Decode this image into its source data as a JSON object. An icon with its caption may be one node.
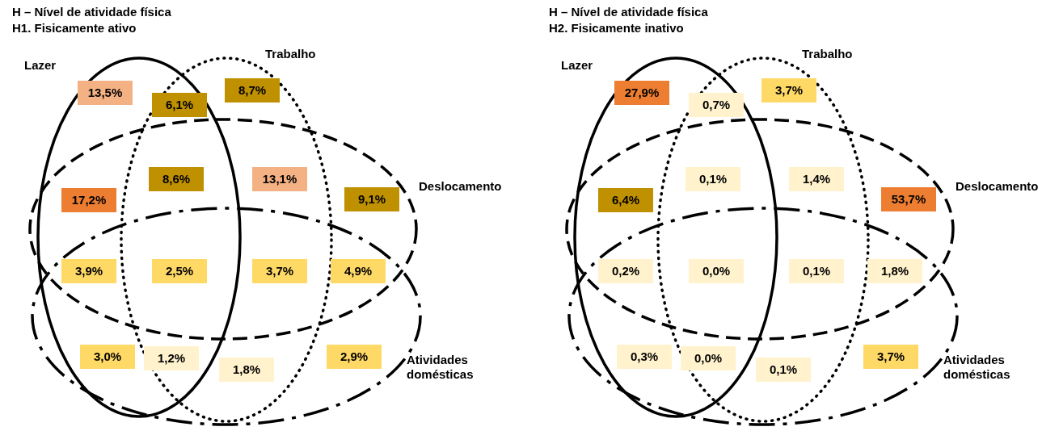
{
  "diagram": {
    "nodes": [
      {
        "text": [
          "Lazer"
        ]
      },
      {
        "text": [
          "Trabalho"
        ]
      },
      {
        "text": [
          "Deslocamento"
        ]
      },
      {
        "text": [
          "Atividades domésticas"
        ]
      },
      {
        "text": [
          "13,5%"
        ],
        "in": 0
      },
      {
        "text": [
          "6,1%"
        ]
      },
      {
        "text": [
          "8,7%"
        ],
        "in": 1
      },
      {
        "text": [
          "8,6%"
        ]
      },
      {
        "text": [
          "13,1%"
        ]
      },
      {
        "text": [
          "17,2%"
        ]
      },
      {
        "text": [
          "9,1%"
        ],
        "in": 2
      },
      {
        "text": [
          "3,9%"
        ]
      },
      {
        "text": [
          "2,5%"
        ]
      },
      {
        "text": [
          "3,7%"
        ]
      },
      {
        "text": [
          "4,9%"
        ]
      },
      {
        "text": [
          "3,0%"
        ]
      },
      {
        "text": [
          "1,2%"
        ]
      },
      {
        "text": [
          "1,8%"
        ]
      },
      {
        "text": [
          "2,9%"
        ],
        "in": 3
      },
      {
        "text": [
          "Lazer"
        ]
      },
      {
        "text": [
          "Trabalho"
        ]
      },
      {
        "text": [
          "Deslocamento"
        ]
      },
      {
        "text": [
          "Atividades domésticas"
        ]
      },
      {
        "text": [
          "27,9%"
        ],
        "in": 19
      },
      {
        "text": [
          "0,7%"
        ]
      },
      {
        "text": [
          "3,7%"
        ],
        "in": 20
      },
      {
        "text": [
          "0,1%"
        ]
      },
      {
        "text": [
          "1,4%"
        ]
      },
      {
        "text": [
          "6,4%"
        ]
      },
      {
        "text": [
          "53,7%"
        ],
        "in": 21
      },
      {
        "text": [
          "0,2%"
        ]
      },
      {
        "text": [
          "0,0%"
        ]
      },
      {
        "text": [
          "0,1%"
        ]
      },
      {
        "text": [
          "1,8%"
        ]
      },
      {
        "text": [
          "0,3%"
        ]
      },
      {
        "text": [
          "0,0%"
        ]
      },
      {
        "text": [
          "0,1%"
        ]
      },
      {
        "text": [
          "3,7%"
        ],
        "in": 22
      }
    ],
    "labels": [
      "H – Nível de atividade física",
      "H1. Fisicamente ativo",
      "H – Nível de atividade física",
      "H2. Fisicamente inativo"
    ]
  }
}
